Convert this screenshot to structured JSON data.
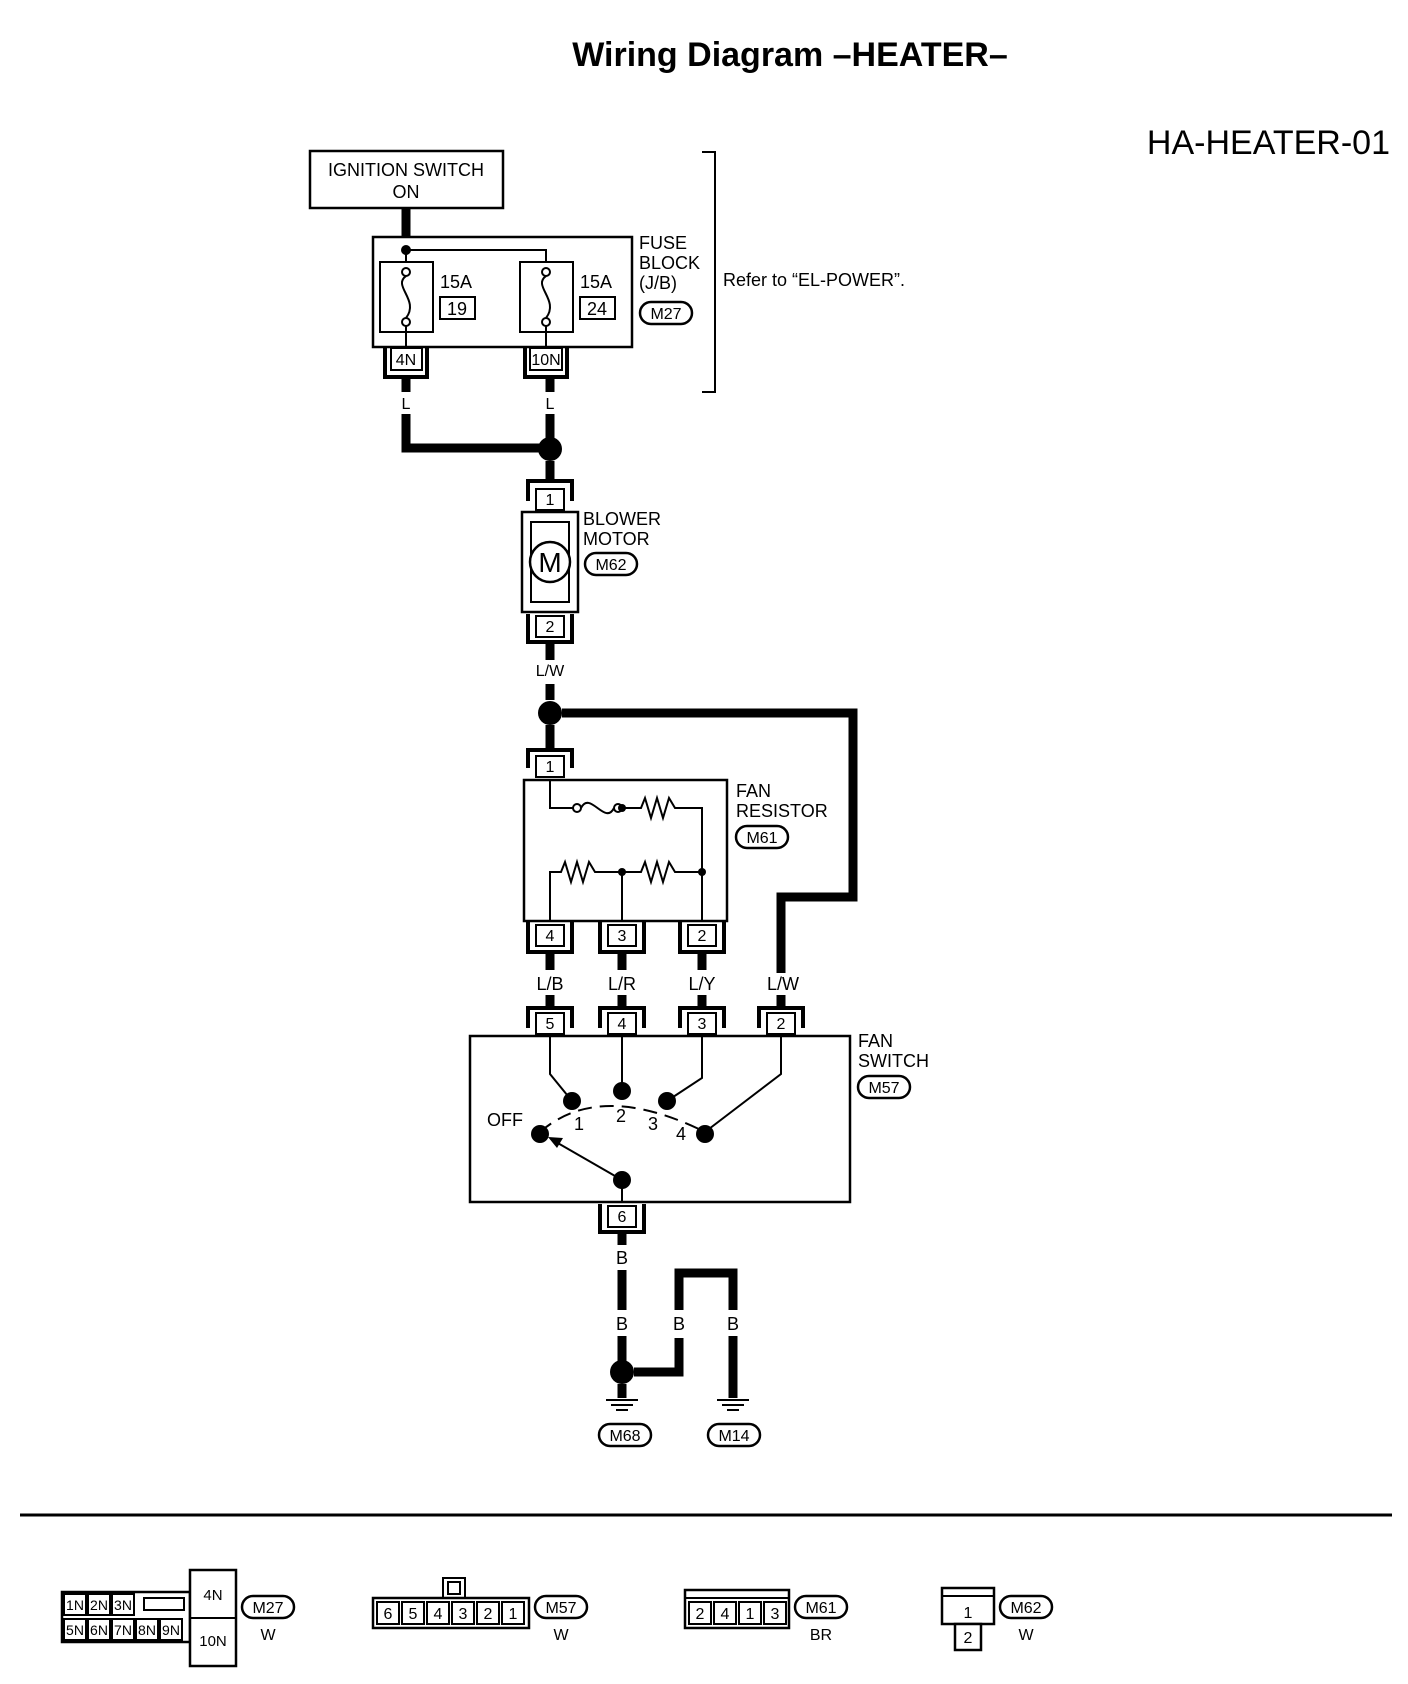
{
  "title": "Wiring Diagram –HEATER–",
  "diagram_code": "HA-HEATER-01",
  "ignition_switch": {
    "line1": "IGNITION SWITCH",
    "line2": "ON"
  },
  "fuse_block": {
    "name_lines": [
      "FUSE",
      "BLOCK",
      "(J/B)"
    ],
    "connector": "M27",
    "fuses": [
      {
        "amps": "15A",
        "number": "19",
        "terminal": "4N"
      },
      {
        "amps": "15A",
        "number": "24",
        "terminal": "10N"
      }
    ],
    "reference": "Refer to “EL-POWER”."
  },
  "wires": {
    "fuse1": "L",
    "fuse2": "L",
    "blower_out": "L/W",
    "resistor_4": "L/B",
    "resistor_3": "L/R",
    "resistor_2": "L/Y",
    "switch_2": "L/W",
    "ground_main": "B",
    "ground_a": "B",
    "ground_b": "B",
    "ground_c": "B"
  },
  "blower_motor": {
    "name_lines": [
      "BLOWER",
      "MOTOR"
    ],
    "connector": "M62",
    "symbol": "M",
    "pin_top": "1",
    "pin_bottom": "2"
  },
  "fan_resistor": {
    "name_lines": [
      "FAN",
      "RESISTOR"
    ],
    "connector": "M61",
    "pin_top": "1",
    "pins_bottom": [
      "4",
      "3",
      "2"
    ]
  },
  "fan_switch": {
    "name_lines": [
      "FAN",
      "SWITCH"
    ],
    "connector": "M57",
    "pins_top": [
      "5",
      "4",
      "3",
      "2"
    ],
    "pin_bottom": "6",
    "positions": [
      "OFF",
      "1",
      "2",
      "3",
      "4"
    ]
  },
  "grounds": [
    "M68",
    "M14"
  ],
  "connector_views": [
    {
      "id": "M27",
      "color": "W",
      "cells_top": [
        "1N",
        "2N",
        "3N"
      ],
      "cells_bottom": [
        "5N",
        "6N",
        "7N",
        "8N",
        "9N"
      ],
      "side_top": "4N",
      "side_bottom": "10N"
    },
    {
      "id": "M57",
      "color": "W",
      "cells": [
        "6",
        "5",
        "4",
        "3",
        "2",
        "1"
      ]
    },
    {
      "id": "M61",
      "color": "BR",
      "cells": [
        "2",
        "4",
        "1",
        "3"
      ]
    },
    {
      "id": "M62",
      "color": "W",
      "cells": [
        "1",
        "2"
      ]
    }
  ]
}
